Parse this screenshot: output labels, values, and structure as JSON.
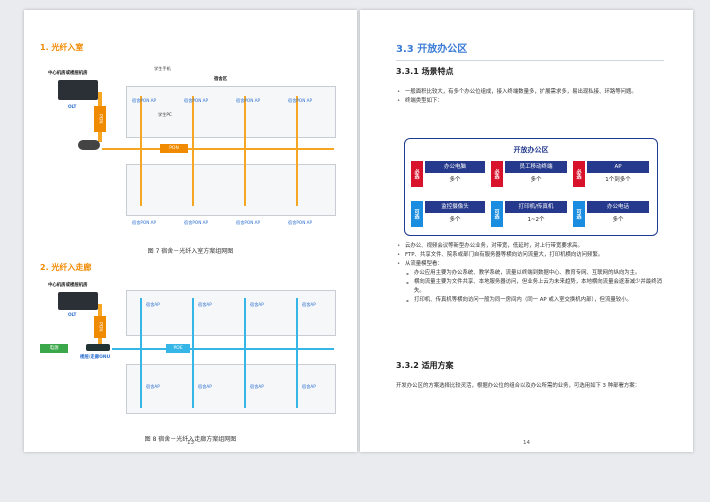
{
  "left": {
    "section1_title": "1. 光纤入室",
    "section2_title": "2. 光纤入走廊",
    "fig1": {
      "center_label": "中心机房或楼层机房",
      "olt": "OLT",
      "dorm_zone": "宿舍区",
      "pon_vertical": "PON",
      "pon_horizontal": "PON",
      "dorm_pon_ap": "宿舍PON AP",
      "phone": "学生手机",
      "pc": "学生PC",
      "caption": "图 7 宿舍－光纤入室方案组网图"
    },
    "fig2": {
      "center_label": "中心机房或楼层机房",
      "olt": "OLT",
      "pon_vertical": "PON",
      "power": "电源",
      "onu": "楼层/走廊ONU",
      "poe": "POE",
      "dorm_ap": "宿舍AP",
      "caption": "图 8 宿舍－光纤入走廊方案组网图"
    },
    "page_number": "13"
  },
  "right": {
    "h33": "3.3  开放办公区",
    "h331": "3.3.1  场景特点",
    "bullets1": [
      "一般面积比较大，有多个办公位组成，接入终端数量多，扩展需求多，易出现私接、环路等问题。",
      "终端类型如下："
    ],
    "table": {
      "title": "开放办公区",
      "must_tag": "必选",
      "opt_tag": "可选",
      "row1": [
        {
          "h": "办公电脑",
          "v": "多个"
        },
        {
          "h": "员工移动终端",
          "v": "多个"
        },
        {
          "h": "AP",
          "v": "1个到多个"
        }
      ],
      "row2": [
        {
          "h": "监控摄像头",
          "v": "多个"
        },
        {
          "h": "打印机/传真机",
          "v": "1~2个"
        },
        {
          "h": "办公电话",
          "v": "多个"
        }
      ]
    },
    "bullets2": [
      "云办公、视频会议等新型办公业务，对带宽，低延时，对上行带宽要求高。",
      "FTP、共享文件、院系或部门自有服务器等横向访问流量大，打印机横向访问频繁。",
      "从流量模型看："
    ],
    "sub_bullets": [
      "办公应用主要为办公系统、教学系统，流量以终端到数据中心、教育专网、互联网的纵向为主。",
      "横向流量主要为文件共享、本地服务器访问，但业务上云为未来趋势，本地横向流量会逐渐减少并最终消失。",
      "打印机、传真机等横向访问一般为同一房间内（同一 AP 或入室交换机内部），但流量较小。"
    ],
    "h332": "3.3.2  适用方案",
    "para": "开发办公区的方案选择比较灵活，根据办公位的组合以及办公所需的业务，可选用如下 3 种部署方案：",
    "page_number": "14"
  },
  "colors": {
    "orange": "#f08a00",
    "blue_heading": "#3a7bd5",
    "navy": "#253a8c",
    "red_tag": "#d9122b",
    "blue_tag": "#1b8de0",
    "cyan_line": "#35b6e6",
    "green_label": "#3aa84a"
  }
}
